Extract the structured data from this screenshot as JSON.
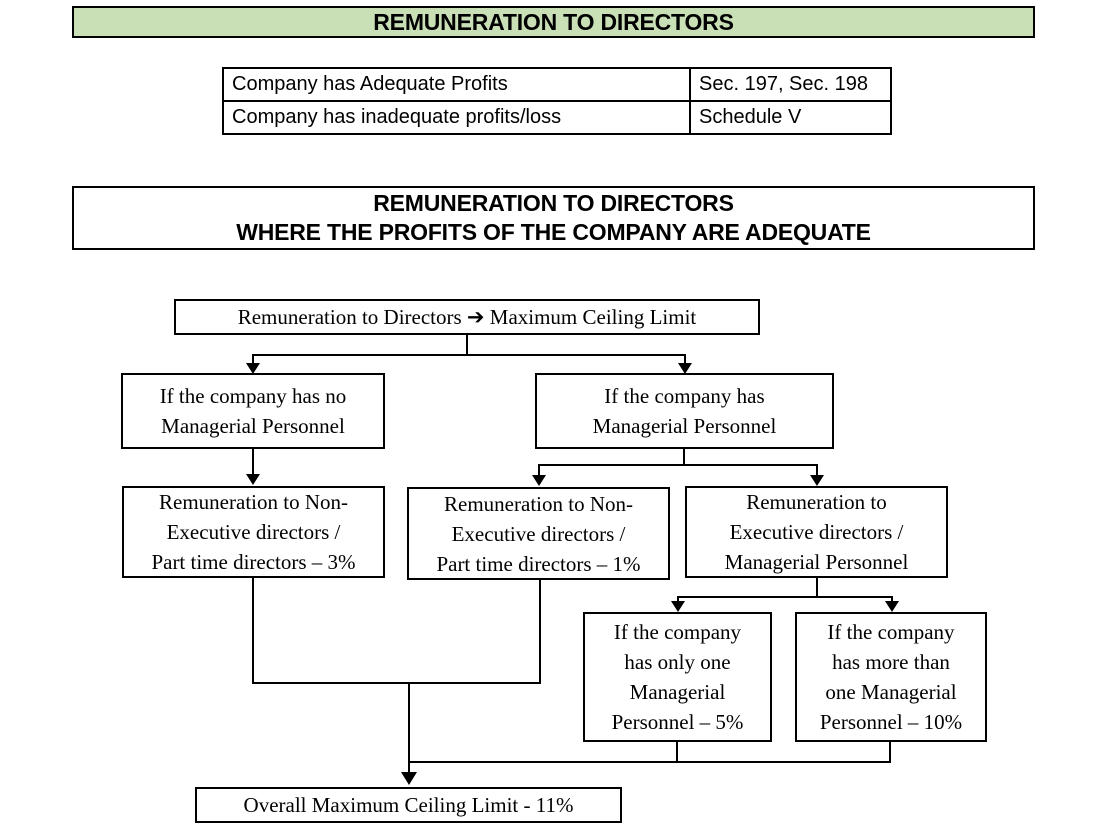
{
  "top_banner": {
    "title": "REMUNERATION TO DIRECTORS"
  },
  "reference_table": {
    "rows": [
      {
        "condition": "Company has Adequate Profits",
        "reference": "Sec. 197, Sec. 198"
      },
      {
        "condition": "Company has inadequate profits/loss",
        "reference": "Schedule V"
      }
    ]
  },
  "section_header": {
    "title": "REMUNERATION TO DIRECTORS\nWHERE THE PROFITS OF THE COMPANY ARE ADEQUATE"
  },
  "flowchart": {
    "nodes": {
      "root": {
        "text": "Remuneration to Directors ➔ Maximum Ceiling Limit"
      },
      "no_managerial": {
        "text": "If the company has no\nManagerial Personnel"
      },
      "has_managerial": {
        "text": "If the company has\nManagerial Personnel"
      },
      "non_exec_3pct": {
        "text": "Remuneration to Non-\nExecutive directors /\nPart time directors – 3%"
      },
      "non_exec_1pct": {
        "text": "Remuneration to Non-\nExecutive directors /\nPart time directors – 1%"
      },
      "exec_managerial": {
        "text": "Remuneration to\nExecutive directors /\nManagerial Personnel"
      },
      "one_mp_5pct": {
        "text": "If the company\nhas only one\nManagerial\nPersonnel – 5%"
      },
      "more_mp_10pct": {
        "text": "If the company\nhas more than\none Managerial\nPersonnel – 10%"
      },
      "overall_11pct": {
        "text": "Overall Maximum Ceiling Limit - 11%"
      }
    }
  },
  "colors": {
    "banner_green": "#c9dfb6",
    "line_black": "#000000"
  }
}
